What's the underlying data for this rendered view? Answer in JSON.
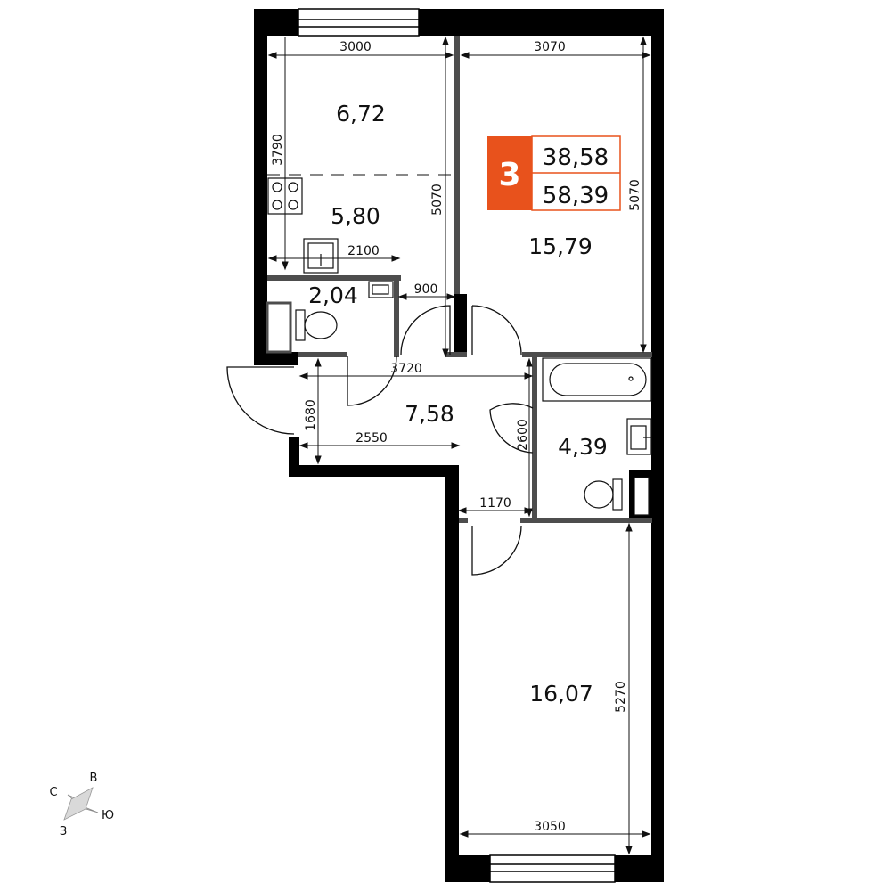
{
  "colors": {
    "wall": "#000000",
    "partition": "#4d4d4d",
    "accent": "#e8521c",
    "line": "#111111"
  },
  "badge": {
    "rooms": "3",
    "living_area": "38,58",
    "total_area": "58,39"
  },
  "rooms": {
    "room_top_left": "6,72",
    "kitchen": "5,80",
    "room_top_right": "15,79",
    "wc": "2,04",
    "hall": "7,58",
    "bathroom": "4,39",
    "room_bottom": "16,07"
  },
  "dimensions": {
    "top_left_width": "3000",
    "top_right_width": "3070",
    "top_left_height": "3790",
    "kitchen_height": "5070",
    "right_height": "5070",
    "kitchen_counter": "2100",
    "door_width": "900",
    "hall_width": "3720",
    "hall_height": "1680",
    "hall_lower_width": "2550",
    "bath_height": "2600",
    "corridor_width": "1170",
    "bottom_height": "5270",
    "bottom_width": "3050"
  },
  "compass": {
    "north": "С",
    "east": "В",
    "south": "Ю",
    "west": "З"
  }
}
